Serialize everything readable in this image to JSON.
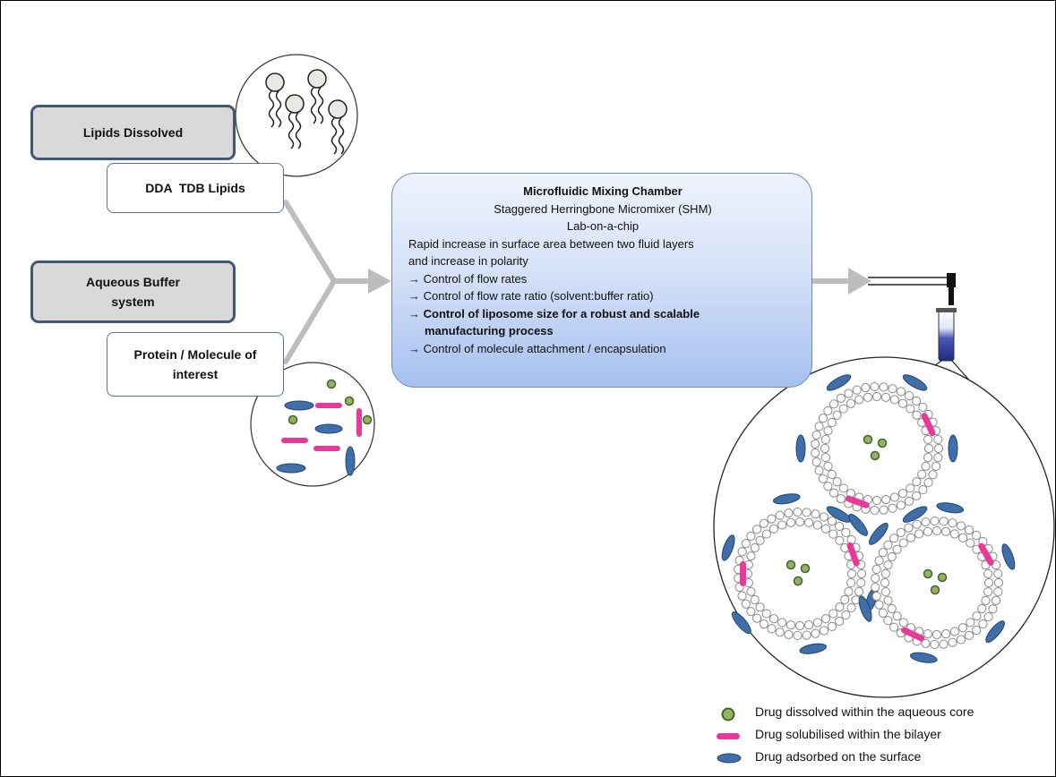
{
  "inputs": {
    "lipids_label": "Lipids Dissolved",
    "lipids_detail": "DDA  TDB Lipids",
    "buffer_label": "Aqueous Buffer system",
    "protein_detail": "Protein / Molecule of interest"
  },
  "chamber": {
    "title": "Microfluidic Mixing Chamber",
    "subtitle": "Staggered Herringbone Micromixer (SHM)",
    "subtitle2": "Lab-on-a-chip",
    "line1": "Rapid increase in surface area between two fluid layers",
    "line2": "and increase in polarity",
    "bullet1": "→ Control of flow rates",
    "bullet2": "→ Control of flow rate ratio (solvent:buffer ratio)",
    "bullet3a": "→ Control of liposome size for a robust and scalable",
    "bullet3b": "manufacturing process",
    "bullet4": "→ Control of molecule attachment / encapsulation"
  },
  "legend": {
    "core": "Drug dissolved within the aqueous core",
    "bilayer": "Drug solubilised within the bilayer",
    "surface": "Drug adsorbed on the surface"
  },
  "colors": {
    "core_drug": "#8fb560",
    "bilayer_drug": "#e8389a",
    "surface_drug": "#3f6ea8",
    "connector": "#bdbdbd",
    "box_border": "#3f5877"
  }
}
